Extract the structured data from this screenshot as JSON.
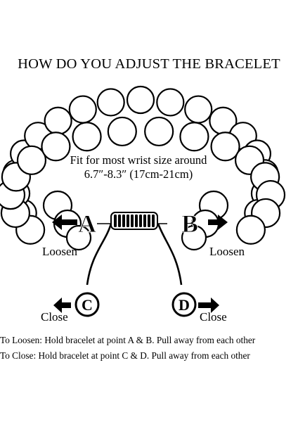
{
  "title": "HOW DO YOU ADJUST THE BRACELET",
  "fit_line1": "Fit for most wrist size around",
  "fit_line2": "6.7″-8.3″ (17cm-21cm)",
  "points": {
    "a": "A",
    "b": "B",
    "c": "C",
    "d": "D"
  },
  "loosen_left": "Loosen",
  "loosen_right": "Loosen",
  "close_left": "Close",
  "close_right": "Close",
  "instruction_loosen": "To Loosen: Hold bracelet at point A & B. Pull away from each other",
  "instruction_close": "To Close: Hold bracelet at point C & D. Pull away from each other",
  "colors": {
    "ink": "#000000",
    "bead_fill": "#ffffff"
  },
  "icons": [
    "arrow-left-icon",
    "arrow-right-icon",
    "braided-knot-icon",
    "bead-icon"
  ]
}
